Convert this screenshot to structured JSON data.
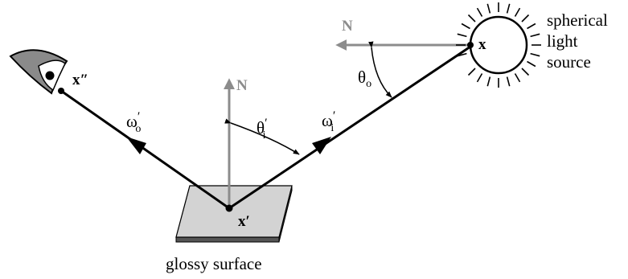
{
  "labels": {
    "light_source": [
      "spherical",
      "light",
      "source"
    ],
    "surface": "glossy surface",
    "normal_top": "N",
    "normal_light": "N",
    "theta_o": {
      "base": "θ",
      "sub": "o"
    },
    "theta_i": {
      "base": "θ",
      "prime": "′",
      "sub": "i"
    },
    "omega_o": {
      "base": "ω",
      "prime": "′",
      "sub": "o"
    },
    "omega_i": {
      "base": "ω",
      "prime": "′",
      "sub": "i"
    },
    "point_light": "x",
    "point_surface": "x′",
    "point_eye": "x″"
  },
  "colors": {
    "line": "#000000",
    "normal_arrow": "#8c8c8c",
    "surface_top": "#d3d3d3",
    "surface_side": "#555555",
    "eye_fill": "#8a8a8a"
  },
  "icons": [
    "eye-icon",
    "sun-icon"
  ]
}
